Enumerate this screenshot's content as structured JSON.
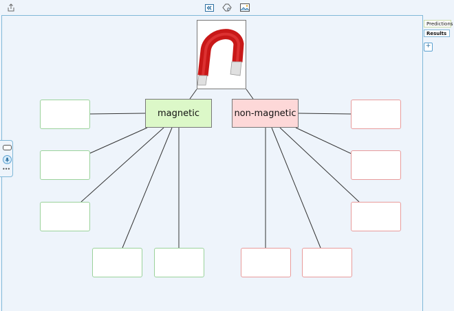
{
  "toolbar": {
    "icons": [
      "share-icon",
      "collapse-icon",
      "tag-shape-icon",
      "image-icon"
    ]
  },
  "categories": {
    "magnetic": "magnetic",
    "non_magnetic": "non-magnetic"
  },
  "tabs": {
    "predictions": "Predictions",
    "results": "Results"
  },
  "add_button": "+",
  "side_panel": {
    "more": "•••"
  },
  "colors": {
    "magnetic_fill": "#dcf8c8",
    "non_magnetic_fill": "#fdd8d8",
    "magnet_red": "#d42020",
    "accent": "#7fb7d8"
  }
}
